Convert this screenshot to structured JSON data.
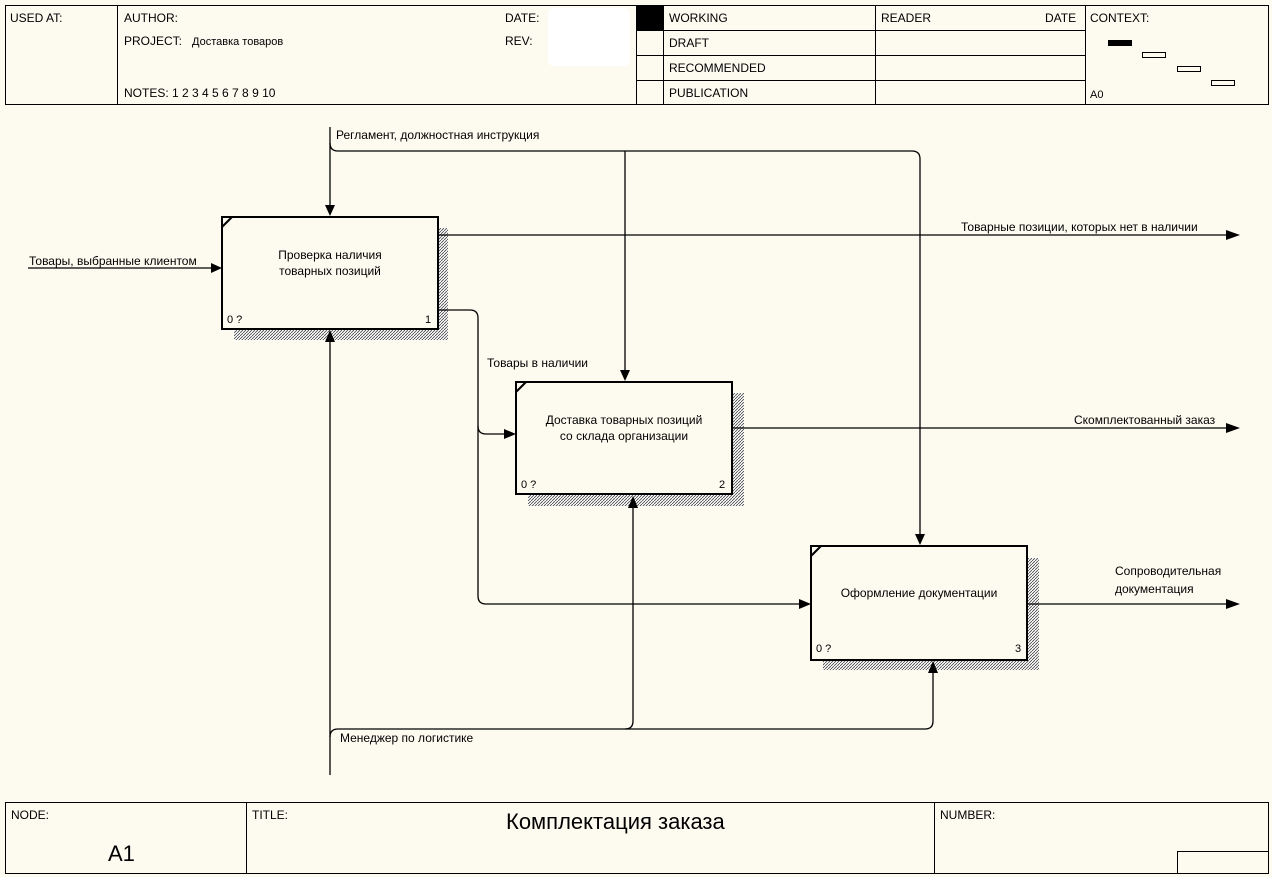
{
  "header": {
    "used_at": "USED AT:",
    "author": "AUTHOR:",
    "project_label": "PROJECT:",
    "project_value": "Доставка товаров",
    "notes": "NOTES:  1  2  3  4  5  6  7  8  9  10",
    "date": "DATE:",
    "rev": "REV:",
    "status": [
      "WORKING",
      "DRAFT",
      "RECOMMENDED",
      "PUBLICATION"
    ],
    "reader": "READER",
    "reader_date": "DATE",
    "context": "CONTEXT:",
    "context_node": "A0"
  },
  "boxes": [
    {
      "text": [
        "Проверка наличия",
        "товарных позиций"
      ],
      "corner_left": "0 ?",
      "number": "1"
    },
    {
      "text": [
        "Доставка товарных позиций",
        "со склада организации"
      ],
      "corner_left": "0 ?",
      "number": "2"
    },
    {
      "text": [
        "Оформление документации"
      ],
      "corner_left": "0 ?",
      "number": "3"
    }
  ],
  "arrows": {
    "control": "Регламент, должностная инструкция",
    "input": "Товары, выбранные клиентом",
    "output_missing": "Товарные позиции, которых нет в наличии",
    "available": "Товары в наличии",
    "output_assembled": "Скомплектованный заказ",
    "output_docs": [
      "Сопроводительная",
      "документация"
    ],
    "mechanism": "Менеджер по логистике"
  },
  "footer": {
    "node_label": "NODE:",
    "node_value": "A1",
    "title_label": "TITLE:",
    "title_value": "Комплектация заказа",
    "number_label": "NUMBER:"
  }
}
